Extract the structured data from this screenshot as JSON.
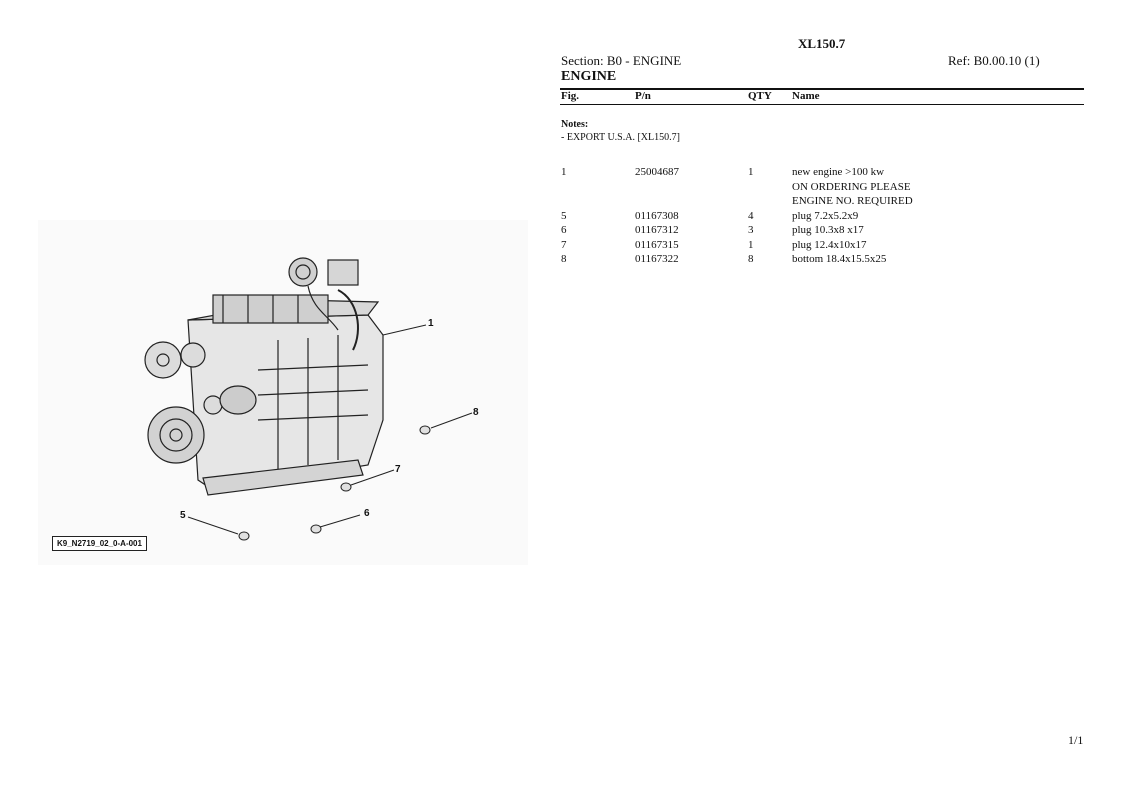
{
  "header": {
    "title": "XL150.7",
    "section": "Section: B0 - ENGINE",
    "ref": "Ref: B0.00.10 (1)",
    "heading": "ENGINE"
  },
  "table": {
    "columns": [
      "Fig.",
      "P/n",
      "QTY",
      "Name"
    ],
    "notes_label": "Notes:",
    "notes": [
      "- EXPORT U.S.A. [XL150.7]"
    ],
    "rows": [
      {
        "fig": "1",
        "pn": "25004687",
        "qty": "1",
        "name_lines": [
          "new engine >100 kw",
          "ON ORDERING PLEASE",
          "ENGINE NO. REQUIRED"
        ]
      },
      {
        "fig": "5",
        "pn": "01167308",
        "qty": "4",
        "name_lines": [
          "plug 7.2x5.2x9"
        ]
      },
      {
        "fig": "6",
        "pn": "01167312",
        "qty": "3",
        "name_lines": [
          "plug 10.3x8 x17"
        ]
      },
      {
        "fig": "7",
        "pn": "01167315",
        "qty": "1",
        "name_lines": [
          "plug 12.4x10x17"
        ]
      },
      {
        "fig": "8",
        "pn": "01167322",
        "qty": "8",
        "name_lines": [
          "bottom 18.4x15.5x25"
        ]
      }
    ]
  },
  "diagram": {
    "caption": "K9_N2719_02_0-A-001",
    "callouts": [
      "1",
      "8",
      "7",
      "5",
      "6"
    ]
  },
  "footer": {
    "page": "1/1"
  }
}
